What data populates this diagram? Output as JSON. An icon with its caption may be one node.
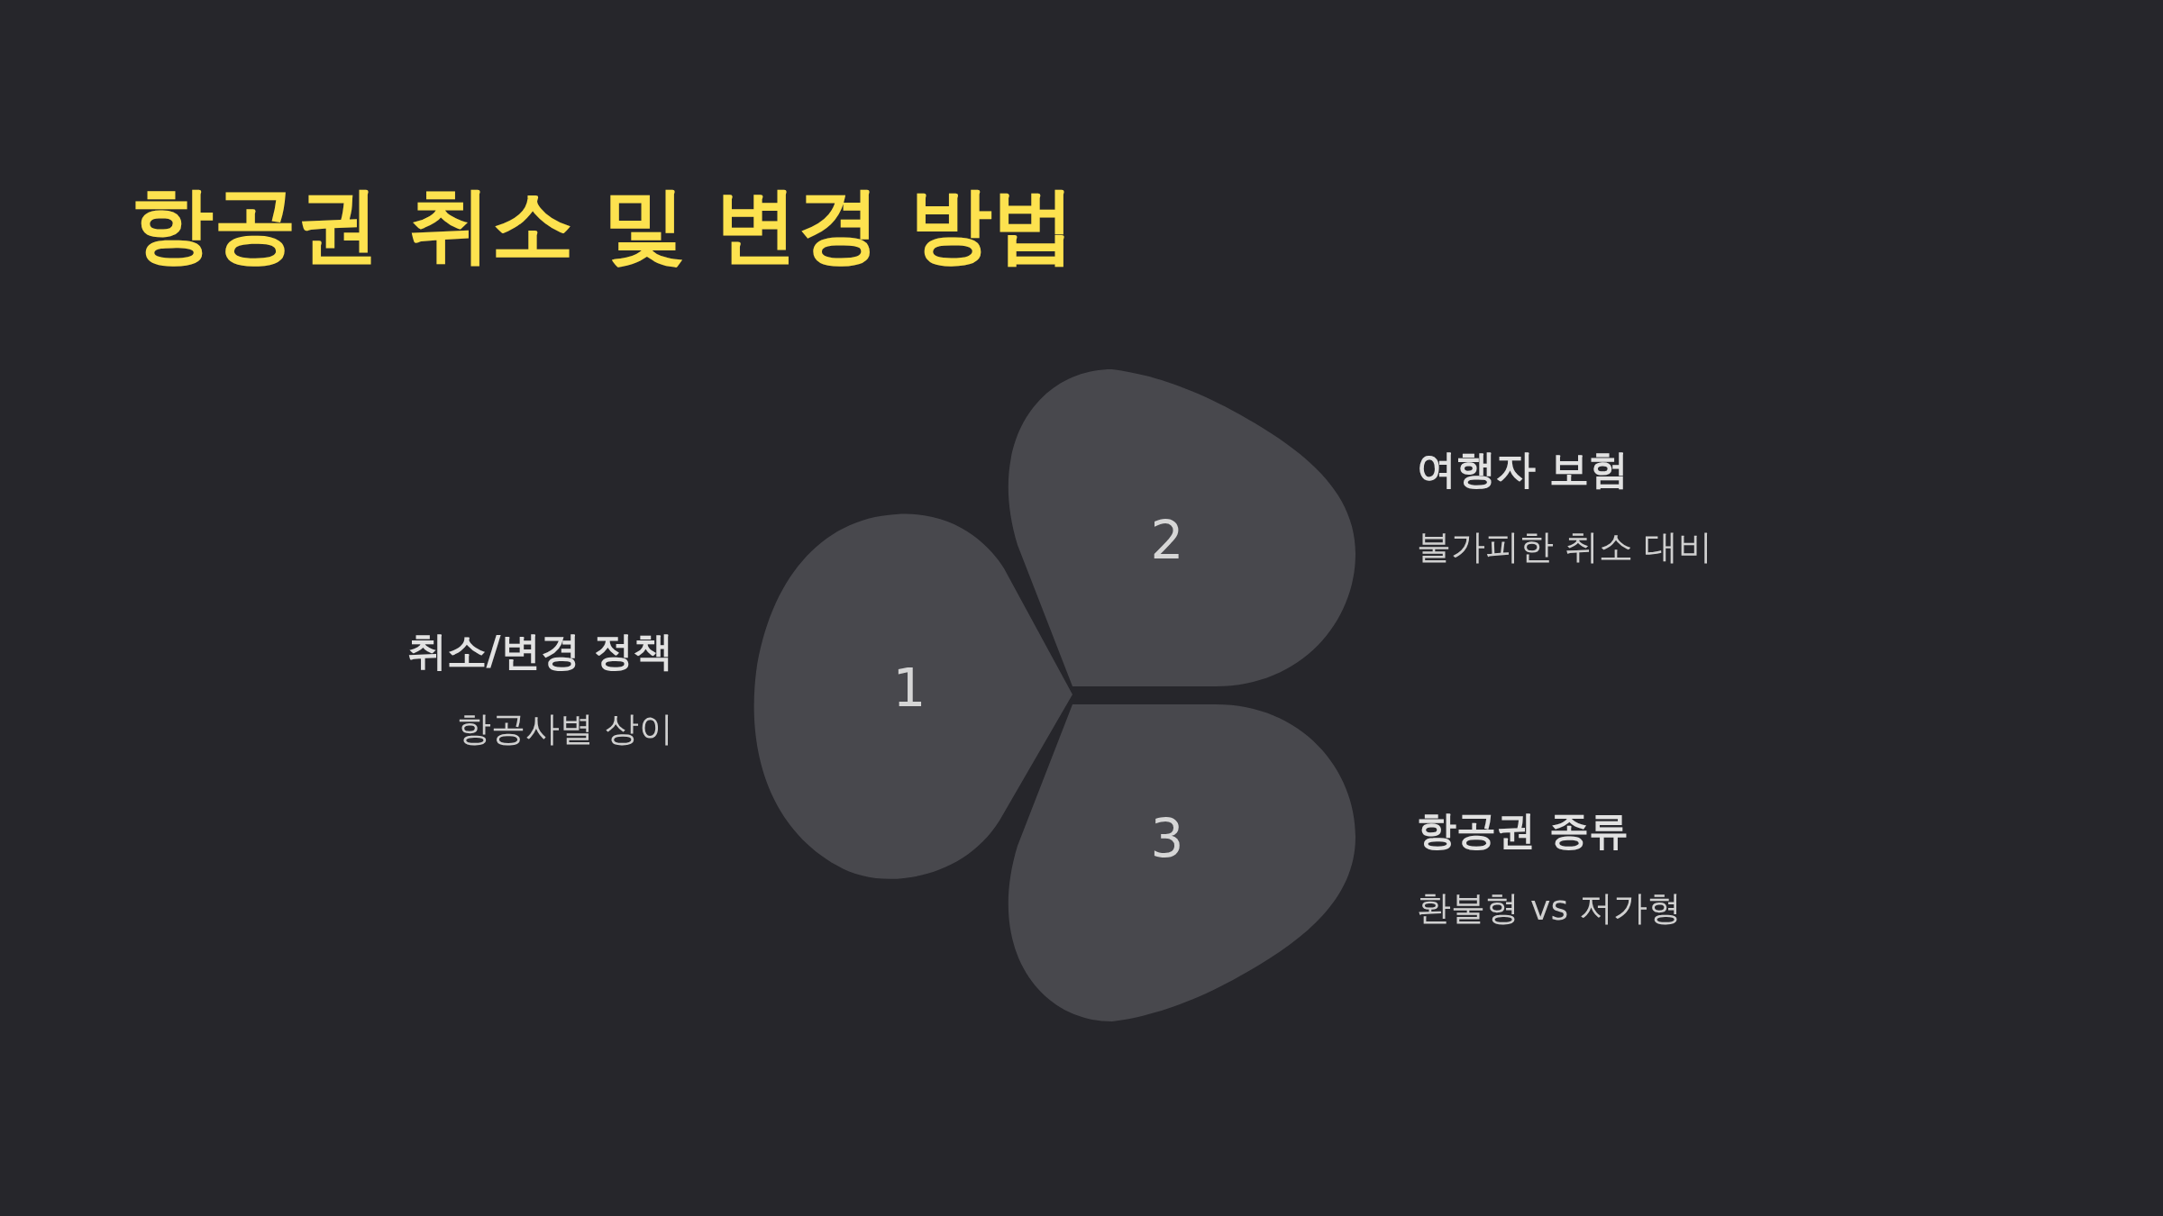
{
  "diagram": {
    "title": "항공권 취소 및 변경 방법",
    "nodes": [
      {
        "text": [
          "1"
        ],
        "beside": [
          "취소/변경 정책",
          "항공사별 상이"
        ]
      },
      {
        "text": [
          "2"
        ],
        "beside": [
          "여행자 보험",
          "불가피한 취소 대비"
        ]
      },
      {
        "text": [
          "3"
        ],
        "beside": [
          "항공권 종류",
          "환불형 vs 저가형"
        ]
      }
    ],
    "edges": []
  }
}
